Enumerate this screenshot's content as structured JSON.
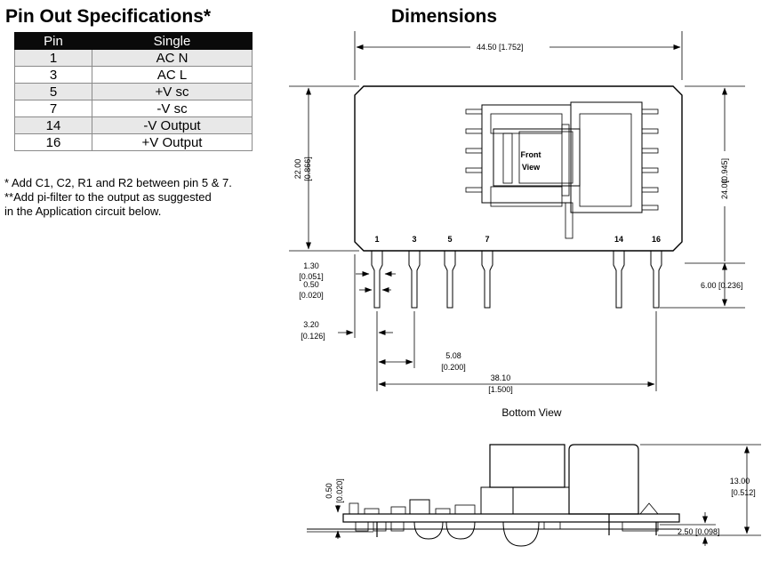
{
  "pinout": {
    "title": "Pin Out Specifications*",
    "headers": [
      "Pin",
      "Single"
    ],
    "rows": [
      {
        "pin": "1",
        "single": "AC N"
      },
      {
        "pin": "3",
        "single": "AC L"
      },
      {
        "pin": "5",
        "single": "+V sc"
      },
      {
        "pin": "7",
        "single": "-V sc"
      },
      {
        "pin": "14",
        "single": "-V Output"
      },
      {
        "pin": "16",
        "single": "+V Output"
      }
    ],
    "notes": [
      "* Add C1, C2, R1 and R2 between pin 5 & 7.",
      "**Add pi-filter to the output as suggested",
      "in the Application circuit below."
    ]
  },
  "dimensions": {
    "title": "Dimensions",
    "width": "44.50 [1.752]",
    "height_body_mm": "22.00",
    "height_body_in": "[0.866]",
    "height_total_mm": "24.00",
    "height_total_in": "[0.945]",
    "pin_length": "6.00 [0.236]",
    "pin_dia_mm": "1.30",
    "pin_dia_in": "[0.051]",
    "pin_width_mm": "0.50",
    "pin_width_in": "[0.020]",
    "edge_offset_mm": "3.20",
    "edge_offset_in": "[0.126]",
    "pitch_mm": "5.08",
    "pitch_in": "[0.200]",
    "span_mm": "38.10",
    "span_in": "[1.500]",
    "front_label_1": "Front",
    "front_label_2": "View",
    "pin_labels": [
      "1",
      "3",
      "5",
      "7",
      "14",
      "16"
    ],
    "bottom_view": "Bottom View",
    "side_height_mm": "13.00",
    "side_height_in": "[0.512]",
    "side_standoff_mm": "0.50",
    "side_standoff_in": "[0.020]",
    "side_pin": "2.50 [0.098]"
  }
}
